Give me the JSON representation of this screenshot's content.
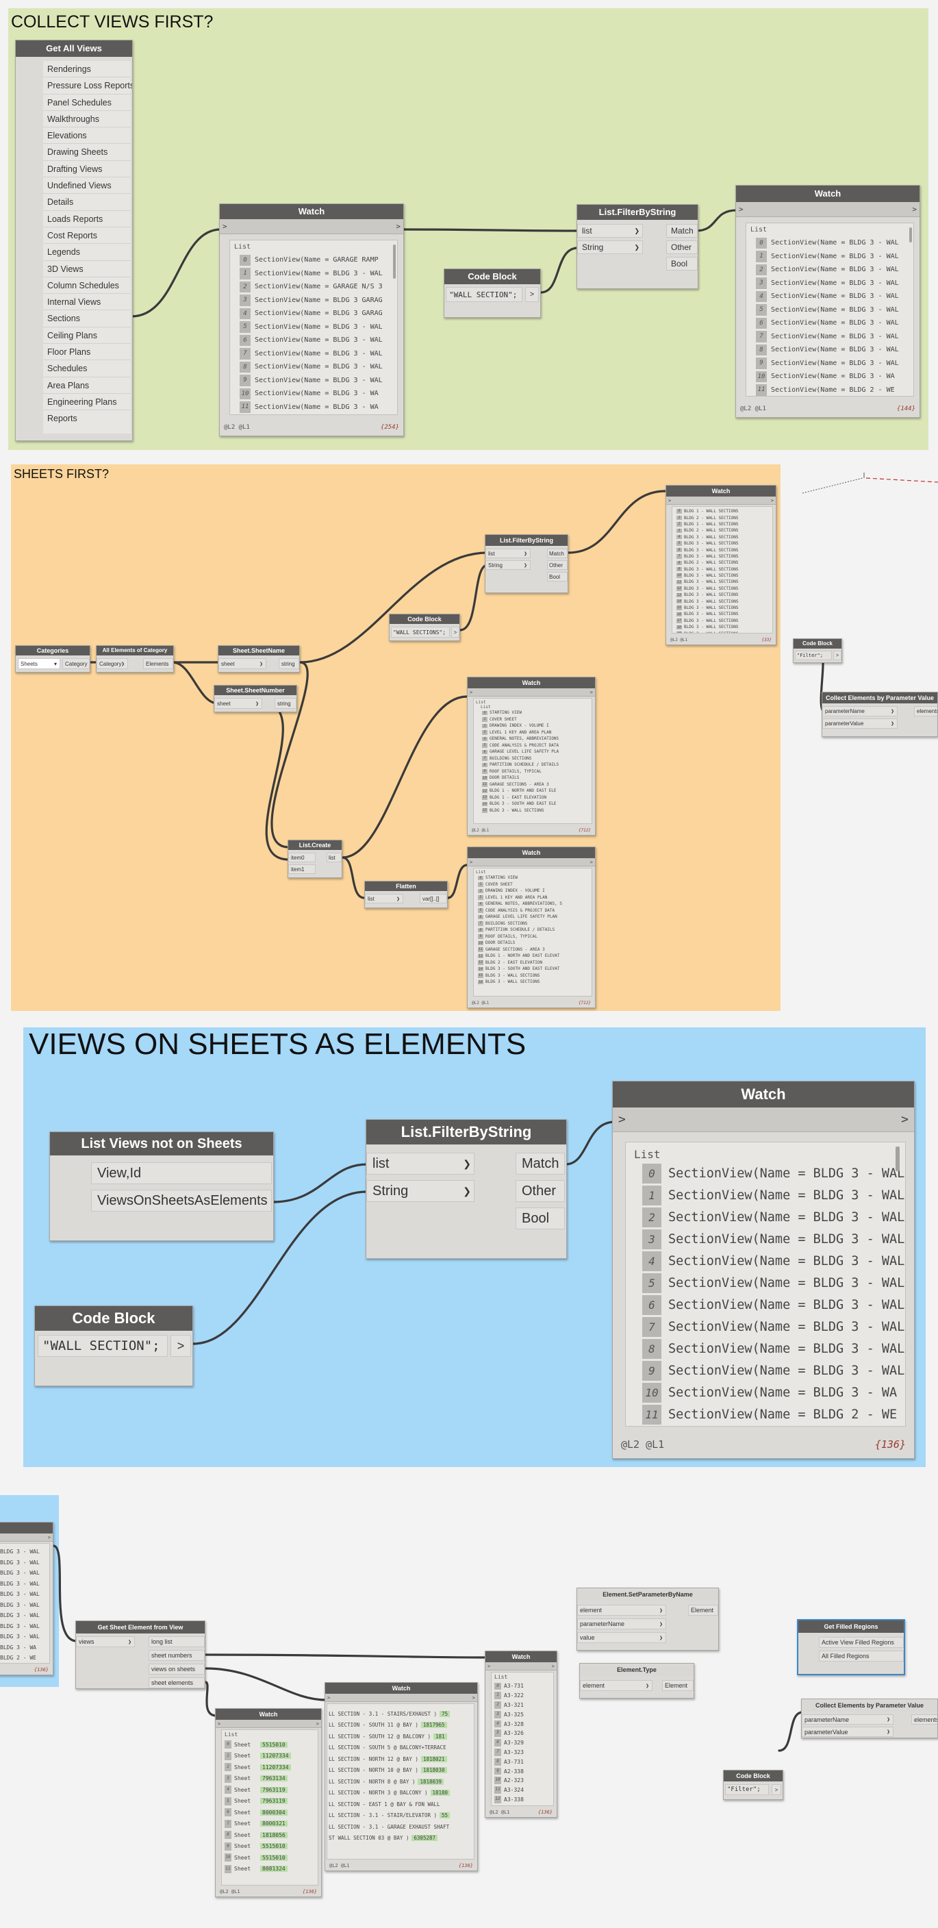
{
  "groups": {
    "collect_views": "COLLECT VIEWS FIRST?",
    "sheets_first": "SHEETS FIRST?",
    "views_on_sheets": "VIEWS ON SHEETS AS ELEMENTS"
  },
  "colors": {
    "group_green": "#dbe6b7",
    "group_orange": "#fbd59b",
    "group_blue": "#a6d8f8",
    "node_header": "#5c5b59",
    "wire": "#3a3a3a",
    "count_red": "#9a3b2f"
  },
  "icons": {
    "input_arrow": ">",
    "output_arrow": ">",
    "port_chevron": "❯",
    "dropdown": "▾"
  },
  "common": {
    "list_label": "List",
    "levels": "@L2 @L1",
    "arrow": ">"
  },
  "get_all_views": {
    "title": "Get All Views",
    "items": [
      "Renderings",
      "Pressure Loss Reports",
      "Panel Schedules",
      "Walkthroughs",
      "Elevations",
      "Drawing Sheets",
      "Drafting Views",
      "Undefined Views",
      "Details",
      "Loads Reports",
      "Cost Reports",
      "Legends",
      "3D Views",
      "Column Schedules",
      "Internal Views",
      "Sections",
      "Ceiling Plans",
      "Floor Plans",
      "Schedules",
      "Area Plans",
      "Engineering Plans",
      "Reports"
    ]
  },
  "watch1": {
    "title": "Watch",
    "count": "{254}",
    "rows": [
      "SectionView(Name = GARAGE RAMP",
      "SectionView(Name = BLDG 3 - WAL",
      "SectionView(Name = GARAGE N/S 3",
      "SectionView(Name = BLDG 3 GARAG",
      "SectionView(Name = BLDG 3 GARAG",
      "SectionView(Name = BLDG 3 - WAL",
      "SectionView(Name = BLDG 3 - WAL",
      "SectionView(Name = BLDG 3 - WAL",
      "SectionView(Name = BLDG 3 - WAL",
      "SectionView(Name = BLDG 3 - WAL",
      "SectionView(Name = BLDG 3 - WA",
      "SectionView(Name = BLDG 3 - WA"
    ]
  },
  "code1": {
    "title": "Code Block",
    "code": "\"WALL SECTION\";"
  },
  "filter1": {
    "title": "List.FilterByString",
    "in1": "list",
    "in2": "String",
    "out1": "Match",
    "out2": "Other",
    "out3": "Bool"
  },
  "watch2": {
    "title": "Watch",
    "count": "{144}",
    "levels": "@L2 @L1",
    "rows": [
      "SectionView(Name = BLDG 3 - WAL",
      "SectionView(Name = BLDG 3 - WAL",
      "SectionView(Name = BLDG 3 - WAL",
      "SectionView(Name = BLDG 3 - WAL",
      "SectionView(Name = BLDG 3 - WAL",
      "SectionView(Name = BLDG 3 - WAL",
      "SectionView(Name = BLDG 3 - WAL",
      "SectionView(Name = BLDG 3 - WAL",
      "SectionView(Name = BLDG 3 - WAL",
      "SectionView(Name = BLDG 3 - WAL",
      "SectionView(Name = BLDG 3 - WA",
      "SectionView(Name = BLDG 2 - WE"
    ]
  },
  "categories": {
    "title": "Categories",
    "value": "Sheets",
    "out": "Category"
  },
  "all_elements": {
    "title": "All Elements of Category",
    "in": "Category",
    "out": "Elements"
  },
  "sheet_name": {
    "title": "Sheet.SheetName",
    "in": "sheet",
    "out": "string"
  },
  "sheet_number": {
    "title": "Sheet.SheetNumber",
    "in": "sheet",
    "out": "string"
  },
  "code2": {
    "title": "Code Block",
    "code": "\"WALL SECTIONS\";"
  },
  "filter2": {
    "title": "List.FilterByString",
    "in1": "list",
    "in2": "String",
    "out1": "Match",
    "out2": "Other",
    "out3": "Bool"
  },
  "watch3": {
    "title": "Watch",
    "count": "{33}",
    "rows": [
      "BLDG 1 - WALL SECTIONS",
      "BLDG 2 - WALL SECTIONS",
      "BLDG 1 - WALL SECTIONS",
      "BLDG 2 - WALL SECTIONS",
      "BLDG 3 - WALL SECTIONS",
      "BLDG 3 - WALL SECTIONS",
      "BLDG 3 - WALL SECTIONS",
      "BLDG 3 - WALL SECTIONS",
      "BLDG 2 - WALL SECTIONS",
      "BLDG 3 - WALL SECTIONS",
      "BLDG 3 - WALL SECTIONS",
      "BLDG 3 - WALL SECTIONS",
      "BLDG 3 - WALL SECTIONS",
      "BLDG 3 - WALL SECTIONS",
      "BLDG 3 - WALL SECTIONS",
      "BLDG 3 - WALL SECTIONS",
      "BLDG 3 - WALL SECTIONS",
      "BLDG 3 - WALL SECTIONS",
      "BLDG 3 - WALL SECTIONS",
      "BLDG 3 - WALL SECTIONS"
    ]
  },
  "watch4": {
    "title": "Watch",
    "count": "{712}",
    "sub": "List",
    "rows": [
      "STARTING VIEW",
      "COVER SHEET",
      "DRAWING INDEX - VOLUME I",
      "LEVEL 1 KEY AND AREA PLAN",
      "GENERAL NOTES, ABBREVIATIONS",
      "CODE ANALYSIS & PROJECT DATA",
      "GARAGE LEVEL LIFE SAFETY PLA",
      "BUILDING SECTIONS",
      "PARTITION SCHEDULE / DETAILS",
      "ROOF DETAILS, TYPICAL",
      "DOOR DETAILS",
      "GARAGE SECTIONS -  AREA 3",
      "BLDG 1 - NORTH AND EAST ELE",
      "BLDG 1 - EAST ELEVATION",
      "BLDG 3 - SOUTH AND EAST ELE",
      "BLDG 3 - WALL SECTIONS"
    ]
  },
  "list_create": {
    "title": "List.Create",
    "in1": "item0",
    "in2": "item1",
    "out": "list"
  },
  "flatten": {
    "title": "Flatten",
    "in": "list",
    "out": "var[]..[]"
  },
  "watch5": {
    "title": "Watch",
    "count": "{712}",
    "rows": [
      "STARTING VIEW",
      "COVER SHEET",
      "DRAWING INDEX - VOLUME I",
      "LEVEL 1 KEY AND AREA PLAN",
      "GENERAL NOTES, ABBREVIATIONS, S",
      "CODE ANALYSIS & PROJECT DATA",
      "GARAGE LEVEL LIFE SAFETY PLAN",
      "BUILDING SECTIONS",
      "PARTITION SCHEDULE / DETAILS",
      "ROOF DETAILS, TYPICAL",
      "DOOR DETAILS",
      "GARAGE SECTIONS -  AREA 3",
      "BLDG 1 - NORTH AND EAST ELEVAT",
      "BLDG 2 - EAST ELEVATION",
      "BLDG 3 - SOUTH AND EAST ELEVAT",
      "BLDG 3 - WALL SECTIONS",
      "BLDG 3 - WALL SECTIONS"
    ]
  },
  "code3": {
    "title": "Code Block",
    "code": "\"Filter\";"
  },
  "collect1": {
    "title": "Collect Elements by Parameter Value",
    "in1": "parameterName",
    "in2": "parameterValue",
    "out": "elements"
  },
  "views_not_on_sheets": {
    "title": "List Views not on Sheets",
    "out1": "View,Id",
    "out2": "ViewsOnSheetsAsElements"
  },
  "filter3": {
    "title": "List.FilterByString",
    "in1": "list",
    "in2": "String",
    "out1": "Match",
    "out2": "Other",
    "out3": "Bool"
  },
  "code4": {
    "title": "Code Block",
    "code": "\"WALL SECTION\";"
  },
  "watch6": {
    "title": "Watch",
    "count": "{136}",
    "rows": [
      "SectionView(Name = BLDG 3 - WAL",
      "SectionView(Name = BLDG 3 - WAL",
      "SectionView(Name = BLDG 3 - WAL",
      "SectionView(Name = BLDG 3 - WAL",
      "SectionView(Name = BLDG 3 - WAL",
      "SectionView(Name = BLDG 3 - WAL",
      "SectionView(Name = BLDG 3 - WAL",
      "SectionView(Name = BLDG 3 - WAL",
      "SectionView(Name = BLDG 3 - WAL",
      "SectionView(Name = BLDG 3 - WAL",
      "SectionView(Name = BLDG 3 - WA",
      "SectionView(Name = BLDG 2 - WE"
    ]
  },
  "watch_partial": {
    "count": "{136}",
    "rows": [
      "BLDG 3 - WAL",
      "BLDG 3 - WAL",
      "BLDG 3 - WAL",
      "BLDG 3 - WAL",
      "BLDG 3 - WAL",
      "BLDG 3 - WAL",
      "BLDG 3 - WAL",
      "BLDG 3 - WAL",
      "BLDG 3 - WAL",
      "BLDG 3 - WA",
      "BLDG 2 - WE"
    ]
  },
  "get_sheet_element": {
    "title": "Get Sheet Element from View",
    "in": "views",
    "out1": "long list",
    "out2": "sheet numbers",
    "out3": "views on sheets",
    "out4": "sheet elements"
  },
  "watch7": {
    "title": "Watch",
    "count": "{136}",
    "rows": [
      {
        "label": "Sheet",
        "id": "5515010"
      },
      {
        "label": "Sheet",
        "id": "11207334"
      },
      {
        "label": "Sheet",
        "id": "11207334"
      },
      {
        "label": "Sheet",
        "id": "7963134"
      },
      {
        "label": "Sheet",
        "id": "7963119"
      },
      {
        "label": "Sheet",
        "id": "7963119"
      },
      {
        "label": "Sheet",
        "id": "8000304"
      },
      {
        "label": "Sheet",
        "id": "8000321"
      },
      {
        "label": "Sheet",
        "id": "1818056"
      },
      {
        "label": "Sheet",
        "id": "5515010"
      },
      {
        "label": "Sheet",
        "id": "5515010"
      },
      {
        "label": "Sheet",
        "id": "8081324"
      }
    ]
  },
  "watch8": {
    "title": "Watch",
    "count": "{136}",
    "rows": [
      {
        "text": "LL SECTION - 3.1 - STAIRS/EXHAUST )",
        "id": "75"
      },
      {
        "text": "LL SECTION - SOUTH 11 @ BAY )",
        "id": "1817965"
      },
      {
        "text": "LL SECTION - SOUTH 12 @ BALCONY )",
        "id": "181"
      },
      {
        "text": "LL SECTION - SOUTH 5 @ BALCONY+TERRACE",
        "id": ""
      },
      {
        "text": "LL SECTION - NORTH 12 @ BAY )",
        "id": "1818021"
      },
      {
        "text": "LL SECTION - NORTH 10 @ BAY )",
        "id": "1818030"
      },
      {
        "text": "LL SECTION - NORTH 8 @ BAY )",
        "id": "1818039"
      },
      {
        "text": "LL SECTION - NORTH 3 @ BALCONY )",
        "id": "18180"
      },
      {
        "text": "LL SECTION - EAST 1 @ BAY & FDN WALL",
        "id": ""
      },
      {
        "text": "LL SECTION - 3.1 - STAIR/ELEVATOR )",
        "id": "55"
      },
      {
        "text": "LL SECTION - 3.1 - GARAGE EXHAUST SHAFT",
        "id": ""
      },
      {
        "text": "ST WALL SECTION 03 @ BAY )",
        "id": "6305287"
      }
    ]
  },
  "watch9": {
    "title": "Watch",
    "count": "{136}",
    "rows": [
      "A3-731",
      "A3-322",
      "A3-321",
      "A3-325",
      "A3-328",
      "A3-326",
      "A3-329",
      "A3-323",
      "A3-731",
      "A2-338",
      "A2-323",
      "A3-324",
      "A3-338"
    ]
  },
  "set_param": {
    "title": "Element.SetParameterByName",
    "in1": "element",
    "in2": "parameterName",
    "in3": "value",
    "out": "Element"
  },
  "element_type": {
    "title": "Element.Type",
    "in": "element",
    "out": "Element"
  },
  "filled_regions": {
    "title": "Get Filled Regions",
    "out1": "Active View Filled Regions",
    "out2": "All Filled Regions"
  },
  "collect2": {
    "title": "Collect Elements by Parameter Value",
    "in1": "parameterName",
    "in2": "parameterValue",
    "out": "elements"
  },
  "code5": {
    "title": "Code Block",
    "code": "\"Filter\";"
  }
}
